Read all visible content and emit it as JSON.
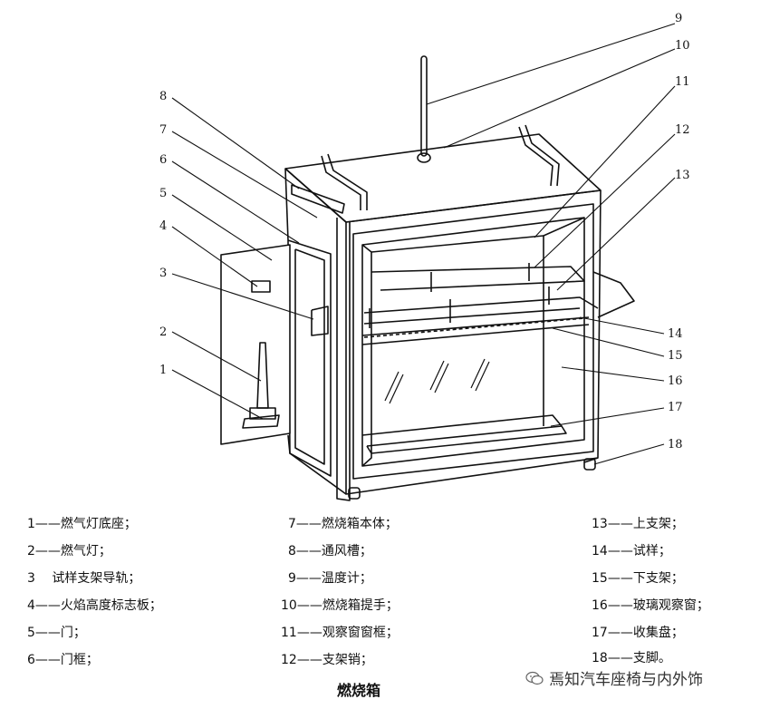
{
  "callouts": [
    "1",
    "2",
    "3",
    "4",
    "5",
    "6",
    "7",
    "8",
    "9",
    "10",
    "11",
    "12",
    "13",
    "14",
    "15",
    "16",
    "17",
    "18"
  ],
  "legend": [
    "1——燃气灯底座；",
    "2——燃气灯；",
    "3　 试样支架导轨；",
    "4——火焰高度标志板；",
    "5——门；",
    "6——门框；",
    "7——燃烧箱本体；",
    "8——通风槽；",
    "9——温度计；",
    "10——燃烧箱提手；",
    "11——观察窗窗框；",
    "12——支架销；",
    "13——上支架；",
    "14——试样；",
    "15——下支架；",
    "16——玻璃观察窗；",
    "17——收集盘；",
    "18——支脚。"
  ],
  "caption": "燃烧箱",
  "watermark": "焉知汽车座椅与内外饰",
  "icons": {
    "watermark": "wechat-icon"
  }
}
